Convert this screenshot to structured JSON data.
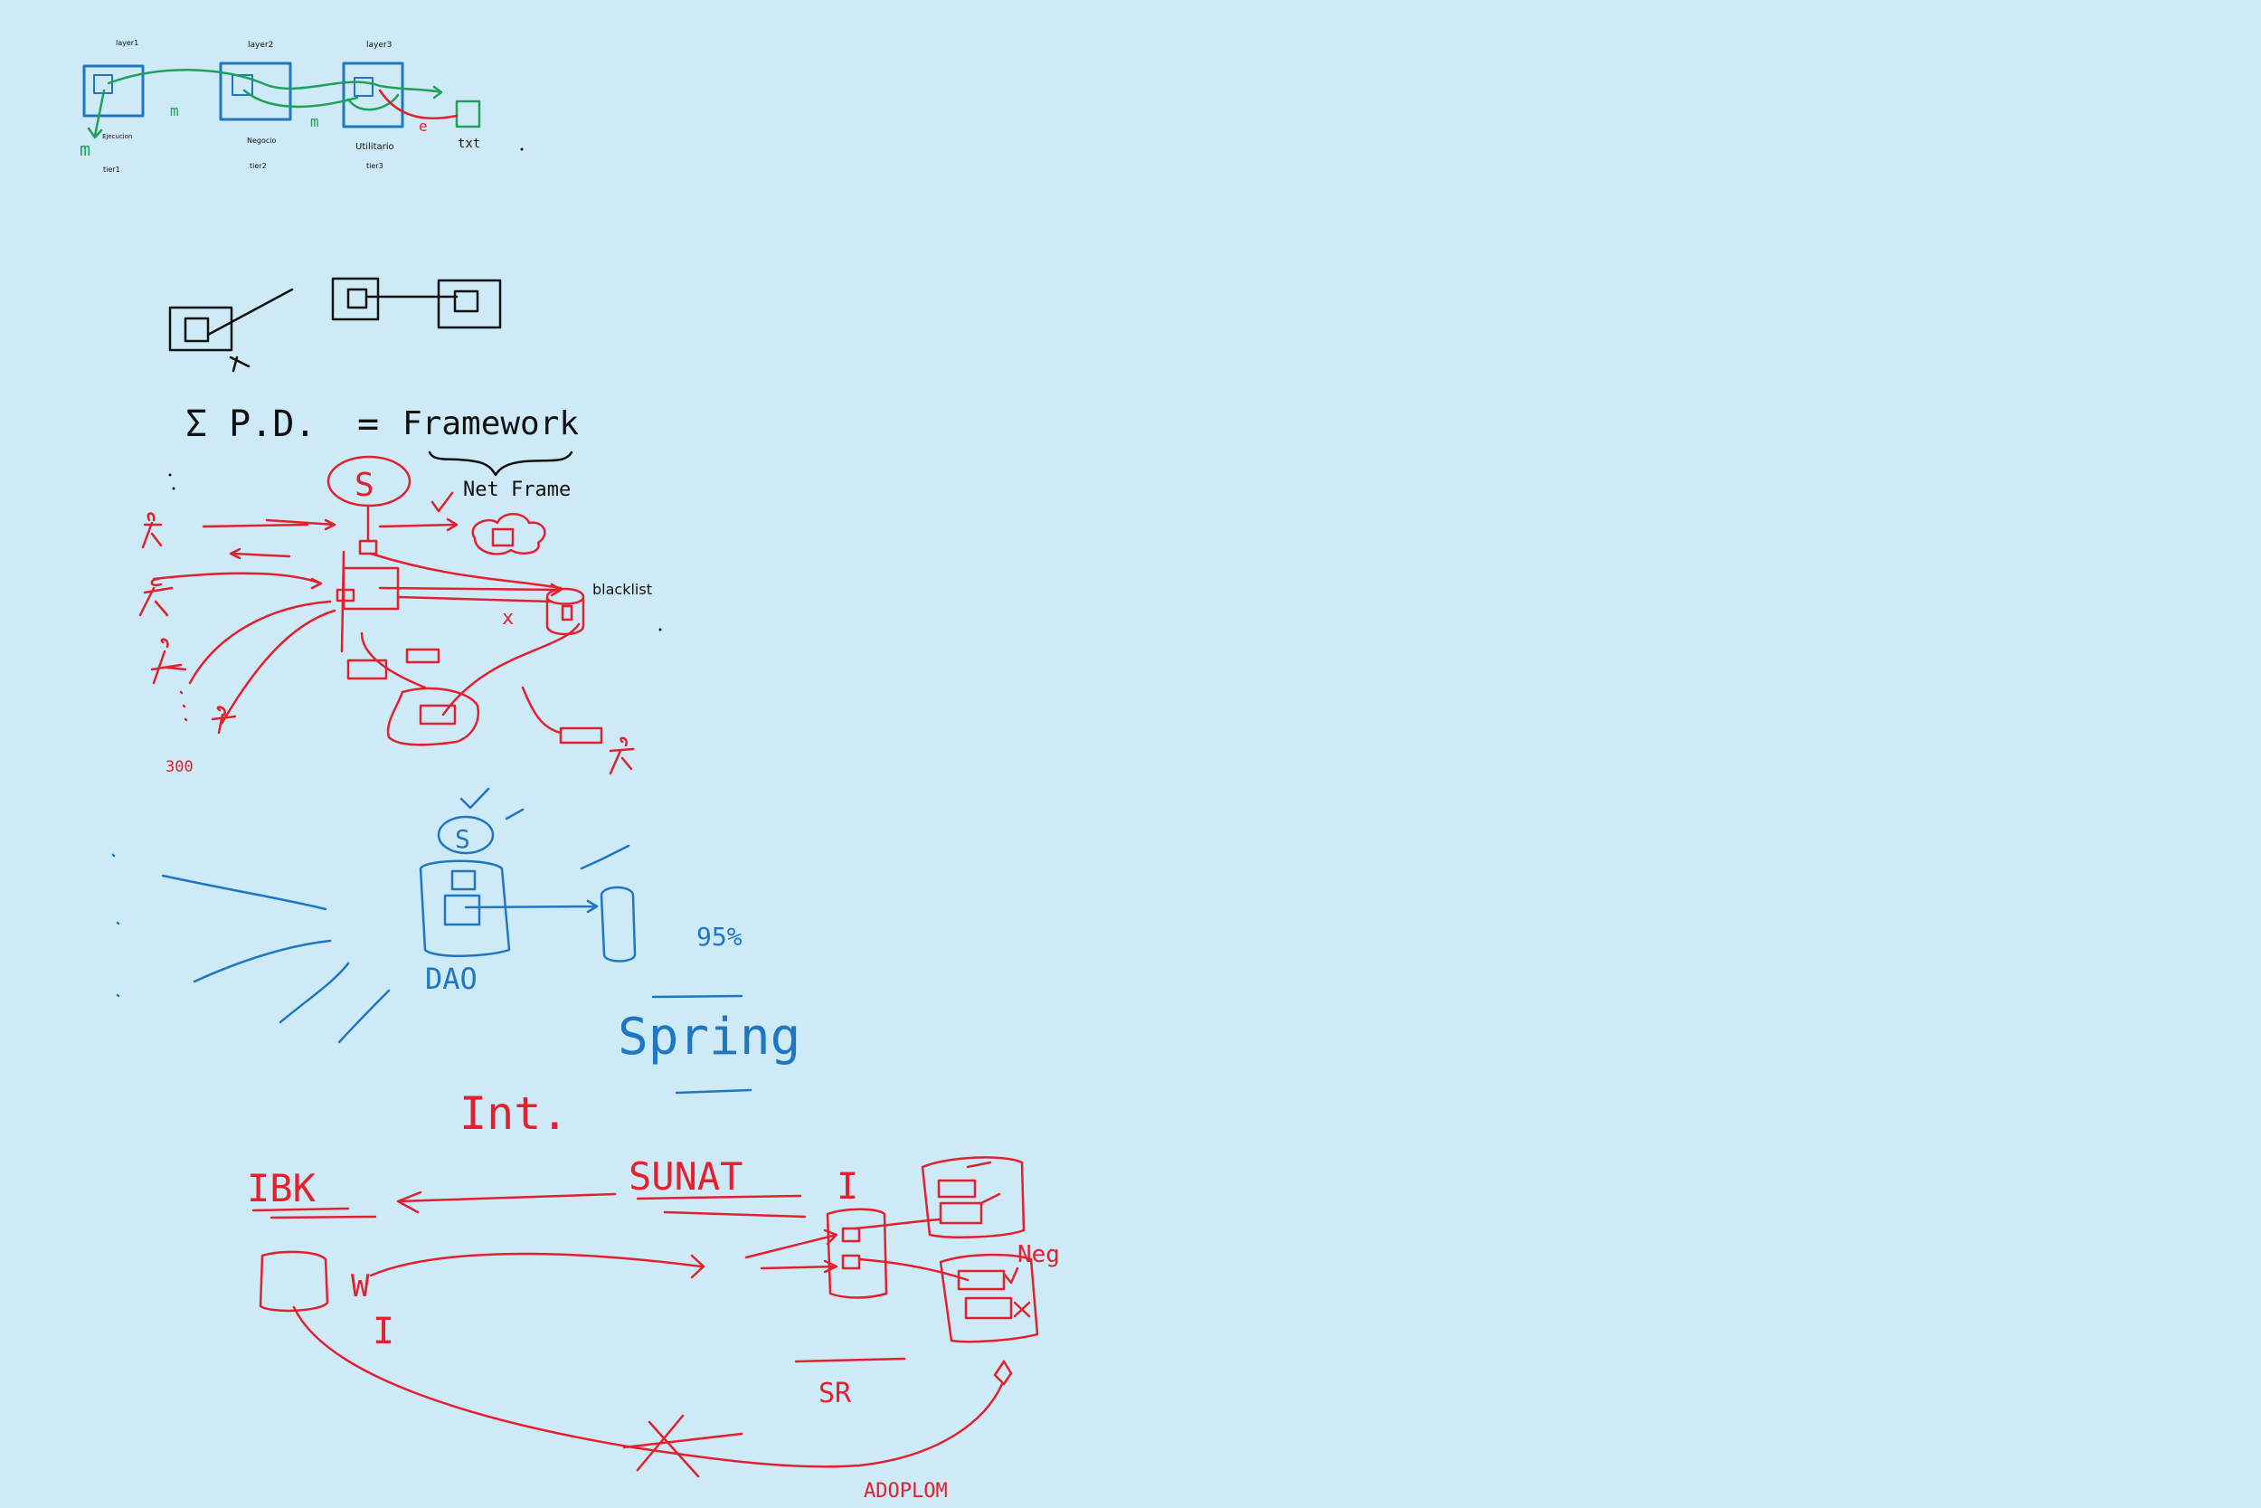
{
  "colors": {
    "background": "#cdeaf6",
    "blue": "#1f77c4",
    "green": "#1fa15a",
    "red": "#e2202e",
    "black": "#111111"
  },
  "layers": {
    "layer1": "layer1",
    "layer2": "layer2",
    "layer3": "layer3",
    "ejecucion": "Ejecucion",
    "negocio": "Negocio",
    "utilitario": "Utilitario",
    "tier1": "tier1",
    "tier2": "tier2",
    "tier3": "tier3",
    "m1": "m",
    "m2": "m",
    "m3": "m",
    "e": "e",
    "txt": "txt"
  },
  "formula": {
    "left": "Σ P.D.",
    "equals": "=",
    "right": "Framework",
    "brace_label": "Net Frame"
  },
  "red_cluster": {
    "blacklist": "blacklist",
    "count": "300",
    "s": "S",
    "x_mark": "x"
  },
  "blue_cluster": {
    "s": "S",
    "dao": "DAO",
    "percent": "95%",
    "spring": "Spring"
  },
  "int_section": {
    "int": "Int.",
    "ibk": "IBK",
    "sunat": "SUNAT",
    "i_top": "I",
    "w": "W",
    "i_bottom": "I",
    "neg": "Neg",
    "sr": "SR",
    "adoplom": "ADOPLOM"
  }
}
